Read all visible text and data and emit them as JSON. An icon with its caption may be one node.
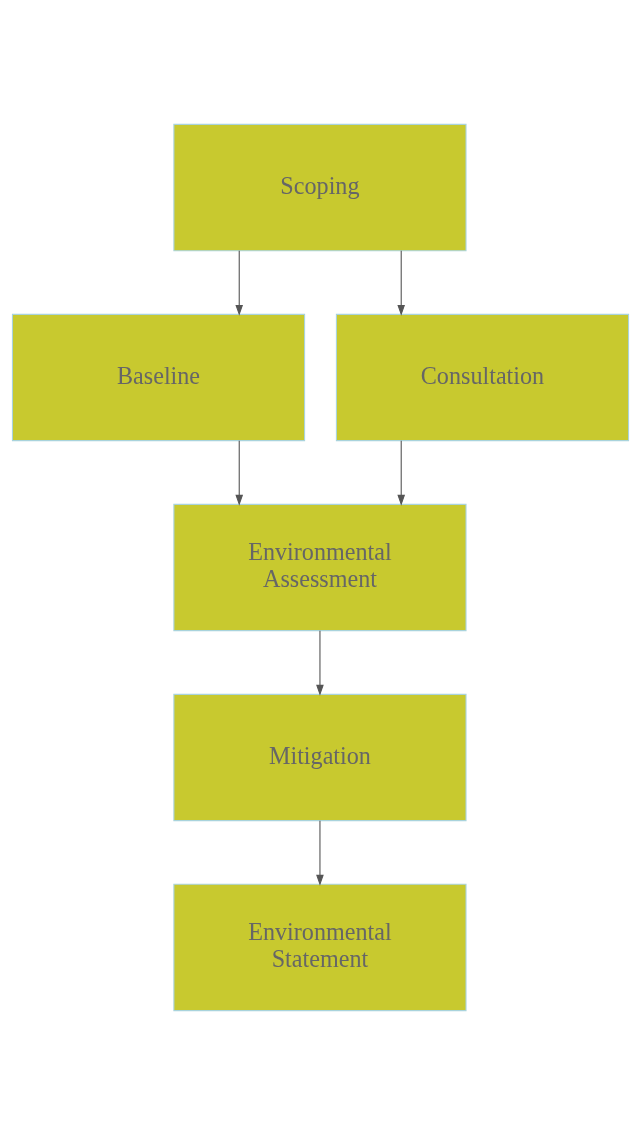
{
  "diagram": {
    "nodes": [
      {
        "text": [
          "Scoping"
        ]
      },
      {
        "text": [
          "Baseline"
        ]
      },
      {
        "text": [
          "Consultation"
        ]
      },
      {
        "text": [
          "Environmental Assessment"
        ]
      },
      {
        "text": [
          "Mitigation"
        ]
      },
      {
        "text": [
          "Environmental Statement"
        ]
      }
    ],
    "edges": [
      {
        "from": 0,
        "to": 1,
        "arrow": "to"
      },
      {
        "from": 0,
        "to": 2,
        "arrow": "to"
      },
      {
        "from": 1,
        "to": 3,
        "arrow": "to"
      },
      {
        "from": 2,
        "to": 3,
        "arrow": "to"
      },
      {
        "from": 3,
        "to": 4,
        "arrow": "to"
      },
      {
        "from": 4,
        "to": 5,
        "arrow": "to"
      }
    ]
  }
}
